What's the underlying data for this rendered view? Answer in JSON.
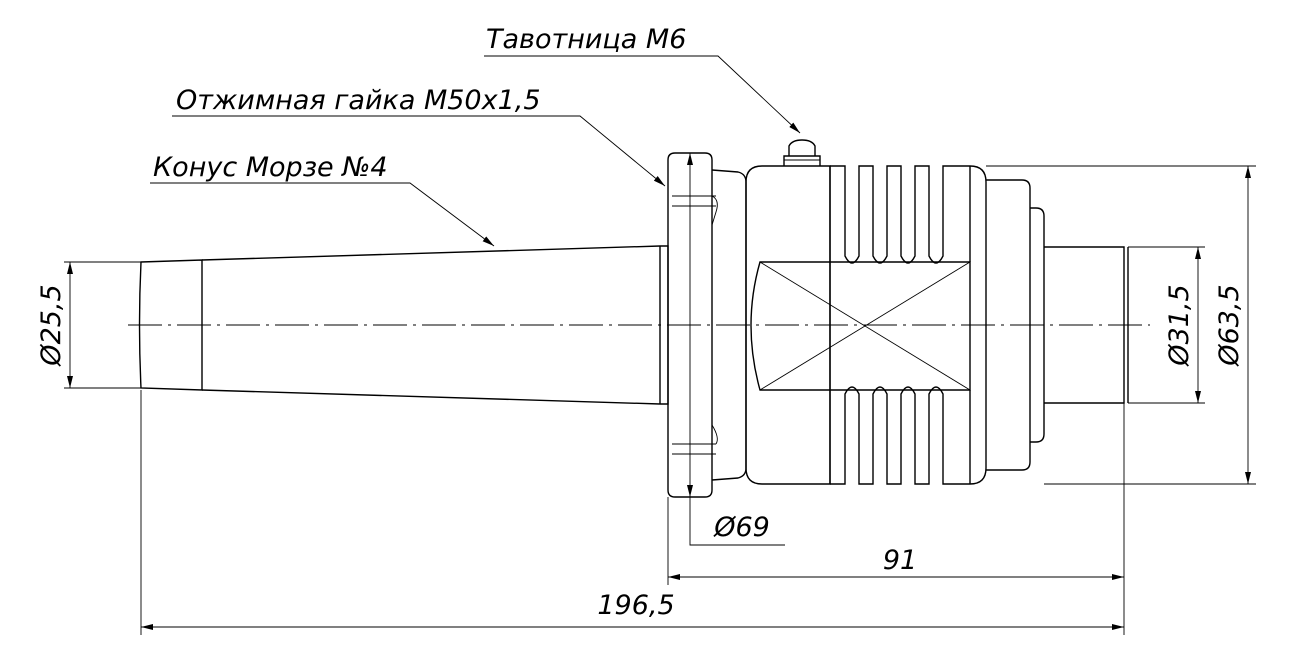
{
  "title": "Technical drawing: Morse taper tool holder",
  "colors": {
    "line": "#000000",
    "background": "#ffffff"
  },
  "callouts": {
    "grease_nipple": "Тавотница М6",
    "clamping_nut": "Отжимная гайка М50х1,5",
    "morse_taper": "Конус Морзе №4"
  },
  "dimensions": {
    "shank_diameter": "Ø25,5",
    "nut_diameter": "Ø69",
    "bore_diameter": "Ø31,5",
    "body_diameter": "Ø63,5",
    "body_length": "91",
    "overall_length": "196,5"
  }
}
